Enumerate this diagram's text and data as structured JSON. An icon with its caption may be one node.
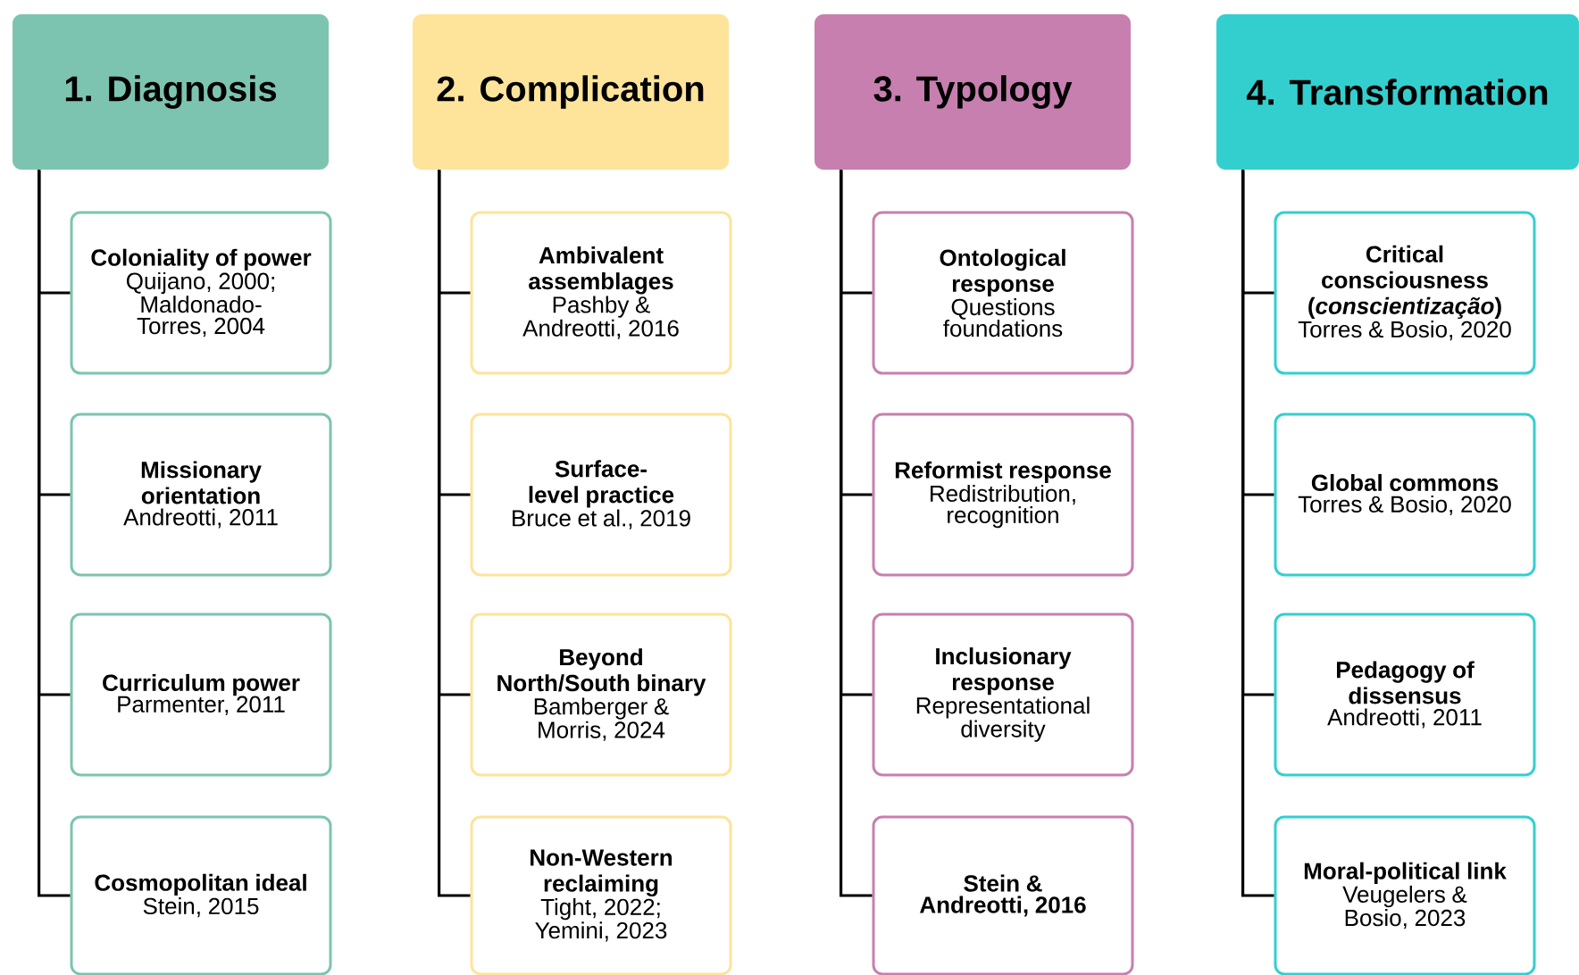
{
  "diagram": {
    "nodes": [
      {
        "text": [
          "1. Diagnosis"
        ]
      },
      {
        "text": [
          "Coloniality of power",
          "Quijano, 2000; Maldonado-Torres, 2004"
        ]
      },
      {
        "text": [
          "Missionary orientation",
          "Andreotti, 2011"
        ]
      },
      {
        "text": [
          "Curriculum power",
          "Parmenter, 2011"
        ]
      },
      {
        "text": [
          "Cosmopolitan ideal",
          "Stein, 2015"
        ]
      },
      {
        "text": [
          "2. Complication"
        ]
      },
      {
        "text": [
          "Ambivalent assemblages",
          "Pashby & Andreotti, 2016"
        ]
      },
      {
        "text": [
          "Surface-level practice",
          "Bruce et al., 2019"
        ]
      },
      {
        "text": [
          "Beyond North/South binary",
          "Bamberger & Morris, 2024"
        ]
      },
      {
        "text": [
          "Non-Western reclaiming",
          "Tight, 2022; Yemini, 2023"
        ]
      },
      {
        "text": [
          "3. Typology"
        ]
      },
      {
        "text": [
          "Ontological response",
          "Questions foundations"
        ]
      },
      {
        "text": [
          "Reformist response",
          "Redistribution, recognition"
        ]
      },
      {
        "text": [
          "Inclusionary response",
          "Representational diversity"
        ]
      },
      {
        "text": [
          "Stein & Andreotti, 2016"
        ]
      },
      {
        "text": [
          "4. Transformation"
        ]
      },
      {
        "text": [
          "Critical consciousness (*conscientização*)",
          "Torres & Bosio, 2020"
        ]
      },
      {
        "text": [
          "Global commons",
          "Torres & Bosio, 2020"
        ]
      },
      {
        "text": [
          "Pedagogy of dissensus",
          "Andreotti, 2011"
        ]
      },
      {
        "text": [
          "Moral-political link",
          "Veugelers & Bosio, 2023"
        ]
      }
    ],
    "edges": [
      {
        "from": 0,
        "to": 1,
        "arrow": "none"
      },
      {
        "from": 0,
        "to": 2,
        "arrow": "none"
      },
      {
        "from": 0,
        "to": 3,
        "arrow": "none"
      },
      {
        "from": 0,
        "to": 4,
        "arrow": "none"
      },
      {
        "from": 5,
        "to": 6,
        "arrow": "none"
      },
      {
        "from": 5,
        "to": 7,
        "arrow": "none"
      },
      {
        "from": 5,
        "to": 8,
        "arrow": "none"
      },
      {
        "from": 5,
        "to": 9,
        "arrow": "none"
      },
      {
        "from": 10,
        "to": 11,
        "arrow": "none"
      },
      {
        "from": 10,
        "to": 12,
        "arrow": "none"
      },
      {
        "from": 10,
        "to": 13,
        "arrow": "none"
      },
      {
        "from": 10,
        "to": 14,
        "arrow": "none"
      },
      {
        "from": 15,
        "to": 16,
        "arrow": "none"
      },
      {
        "from": 15,
        "to": 17,
        "arrow": "none"
      },
      {
        "from": 15,
        "to": 18,
        "arrow": "none"
      },
      {
        "from": 15,
        "to": 19,
        "arrow": "none"
      }
    ]
  }
}
